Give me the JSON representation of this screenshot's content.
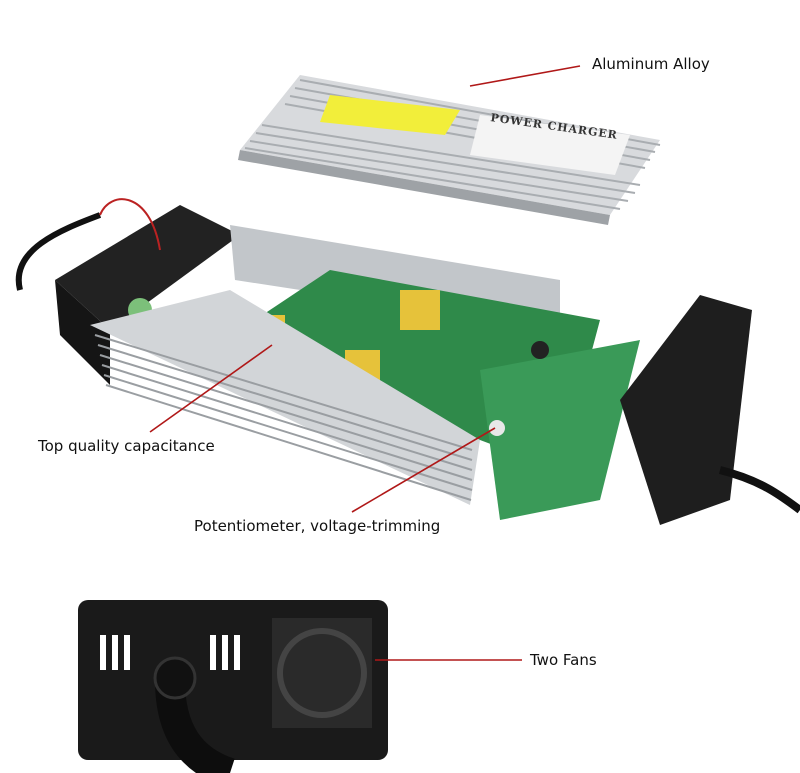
{
  "annotations": {
    "aluminum": "Aluminum Alloy",
    "capacitance": "Top quality capacitance",
    "potentiometer": "Potentiometer, voltage-trimming",
    "fans": "Two Fans"
  },
  "product_label": "POWER CHARGER",
  "colors": {
    "leader_line": "#b01818",
    "pcb": "#2f8a4a",
    "aluminum": "#c9ccd0",
    "housing": "#1c1c1c"
  }
}
